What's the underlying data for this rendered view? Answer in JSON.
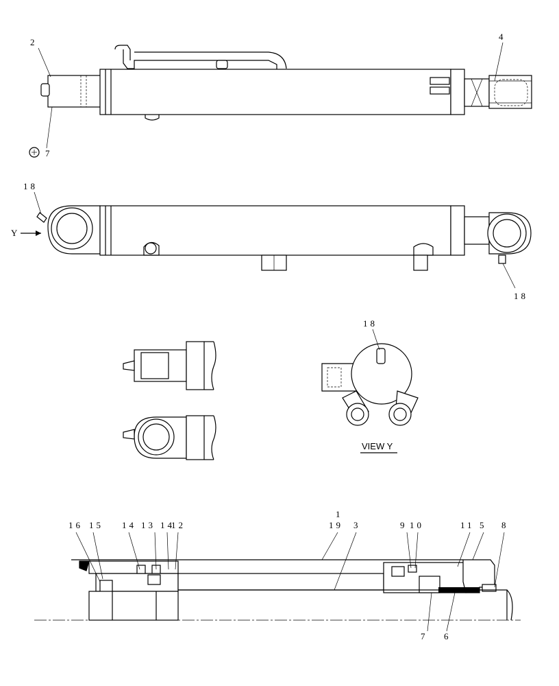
{
  "callouts": {
    "c1": "1",
    "c2": "2",
    "c3": "3",
    "c4": "4",
    "c5": "5",
    "c6": "6",
    "c7": "7",
    "c8": "8",
    "c9": "9",
    "c10": "10",
    "c11": "11",
    "c12": "12",
    "c13": "13",
    "c14": "14",
    "c15": "15",
    "c16": "16",
    "c18": "18",
    "c19": "19",
    "y_arrow": "Y"
  },
  "view_label": "VIEW  Y"
}
